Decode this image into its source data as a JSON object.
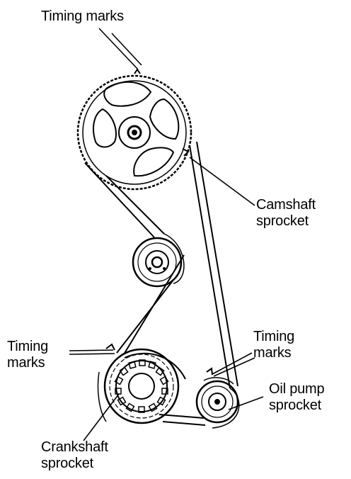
{
  "labels": {
    "timing_marks_top": "Timing marks",
    "camshaft_sprocket": [
      "Camshaft",
      "sprocket"
    ],
    "timing_marks_left": [
      "Timing",
      "marks"
    ],
    "timing_marks_right": [
      "Timing",
      "marks"
    ],
    "oil_pump_sprocket": [
      "Oil pump",
      "sprocket"
    ],
    "crankshaft_sprocket": [
      "Crankshaft",
      "sprocket"
    ]
  }
}
